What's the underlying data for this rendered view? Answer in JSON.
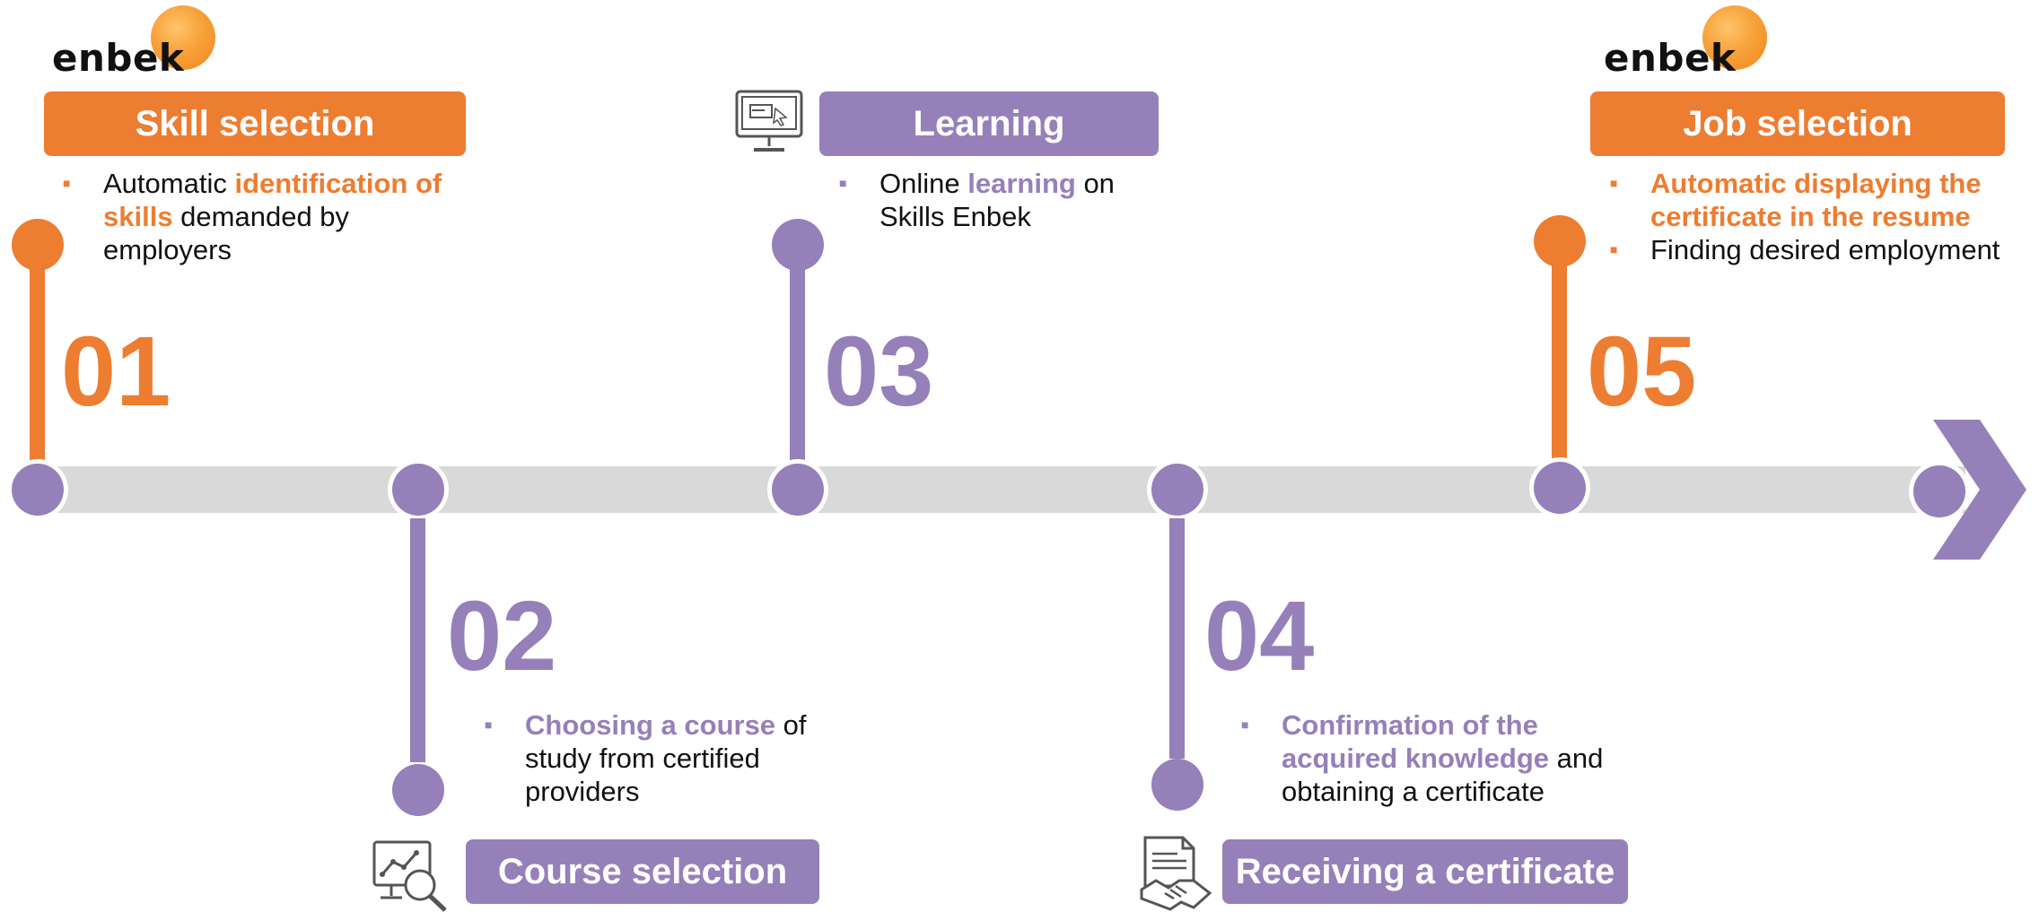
{
  "brand": {
    "logo_text": "enbek",
    "orange": "#ed7d31",
    "purple": "#9580b9",
    "track_gray": "#d9d9d9"
  },
  "steps": [
    {
      "number": "01",
      "title": "Skill selection",
      "color": "orange",
      "bullets": [
        [
          "Automatic ",
          "identification of",
          "skills",
          " demanded by",
          "employers"
        ]
      ]
    },
    {
      "number": "02",
      "title": "Course selection",
      "color": "purple",
      "icon": "data-analysis-magnifier-icon",
      "bullets": [
        [
          "Choosing a course",
          " of",
          "study from certified",
          "providers"
        ]
      ]
    },
    {
      "number": "03",
      "title": "Learning",
      "color": "purple",
      "icon": "computer-monitor-icon",
      "bullets": [
        [
          "Online ",
          "learning",
          " on",
          "Skills Enbek"
        ]
      ]
    },
    {
      "number": "04",
      "title": "Receiving a certificate",
      "color": "purple",
      "icon": "document-handshake-icon",
      "bullets": [
        [
          "Confirmation of the",
          "acquired knowledge",
          " and",
          "obtaining a certificate"
        ]
      ]
    },
    {
      "number": "05",
      "title": "Job selection",
      "color": "orange",
      "bullets": [
        [
          "Automatic displaying the",
          "certificate in the resume"
        ],
        [
          "Finding desired employment"
        ]
      ]
    }
  ]
}
